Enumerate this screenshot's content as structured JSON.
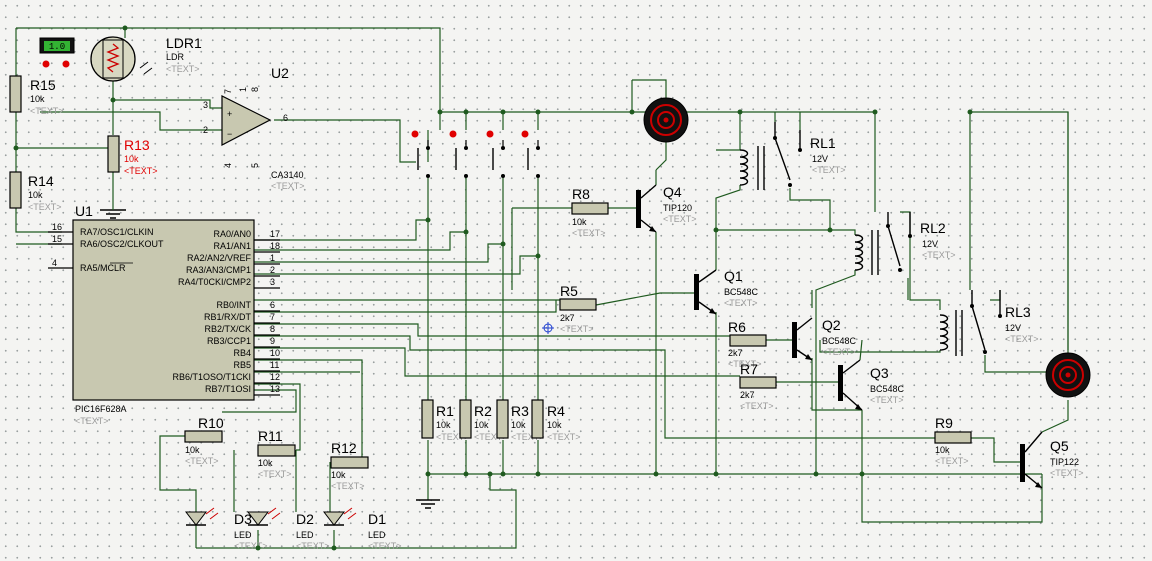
{
  "probe": {
    "value": "1.0"
  },
  "ldr": {
    "ref": "LDR1",
    "value": "LDR",
    "text": "<TEXT>"
  },
  "u2": {
    "ref": "U2",
    "part": "CA3140",
    "text": "<TEXT>",
    "pins": [
      "3",
      "2",
      "6",
      "7",
      "4",
      "8",
      "1",
      "5"
    ]
  },
  "u1": {
    "ref": "U1",
    "part": "PIC16F628A",
    "text": "<TEXT>",
    "left_pins": [
      {
        "num": "16",
        "name": "RA7/OSC1/CLKIN"
      },
      {
        "num": "15",
        "name": "RA6/OSC2/CLKOUT"
      },
      {
        "num": "4",
        "name": "RA5/MCLR"
      }
    ],
    "right_pins": [
      {
        "num": "17",
        "name": "RA0/AN0"
      },
      {
        "num": "18",
        "name": "RA1/AN1"
      },
      {
        "num": "1",
        "name": "RA2/AN2/VREF"
      },
      {
        "num": "2",
        "name": "RA3/AN3/CMP1"
      },
      {
        "num": "3",
        "name": "RA4/T0CKI/CMP2"
      },
      {
        "num": "6",
        "name": "RB0/INT"
      },
      {
        "num": "7",
        "name": "RB1/RX/DT"
      },
      {
        "num": "8",
        "name": "RB2/TX/CK"
      },
      {
        "num": "9",
        "name": "RB3/CCP1"
      },
      {
        "num": "10",
        "name": "RB4"
      },
      {
        "num": "11",
        "name": "RB5"
      },
      {
        "num": "12",
        "name": "RB6/T1OSO/T1CKI"
      },
      {
        "num": "13",
        "name": "RB7/T1OSI"
      }
    ]
  },
  "resistors": {
    "R15": {
      "ref": "R15",
      "value": "10k",
      "text": "<TEXT>"
    },
    "R14": {
      "ref": "R14",
      "value": "10k",
      "text": "<TEXT>"
    },
    "R13": {
      "ref": "R13",
      "value": "10k",
      "text": "<TEXT>"
    },
    "R1": {
      "ref": "R1",
      "value": "10k",
      "text": "<TEXT>"
    },
    "R2": {
      "ref": "R2",
      "value": "10k",
      "text": "<TEXT>"
    },
    "R3": {
      "ref": "R3",
      "value": "10k",
      "text": "<TEXT>"
    },
    "R4": {
      "ref": "R4",
      "value": "10k",
      "text": "<TEXT>"
    },
    "R5": {
      "ref": "R5",
      "value": "2k7",
      "text": "<TEXT>"
    },
    "R6": {
      "ref": "R6",
      "value": "2k7",
      "text": "<TEXT>"
    },
    "R7": {
      "ref": "R7",
      "value": "2k7",
      "text": "<TEXT>"
    },
    "R8": {
      "ref": "R8",
      "value": "10k",
      "text": "<TEXT>"
    },
    "R9": {
      "ref": "R9",
      "value": "10k",
      "text": "<TEXT>"
    },
    "R10": {
      "ref": "R10",
      "value": "10k",
      "text": "<TEXT>"
    },
    "R11": {
      "ref": "R11",
      "value": "10k",
      "text": "<TEXT>"
    },
    "R12": {
      "ref": "R12",
      "value": "10k",
      "text": "<TEXT>"
    }
  },
  "transistors": {
    "Q1": {
      "ref": "Q1",
      "part": "BC548C",
      "text": "<TEXT>"
    },
    "Q2": {
      "ref": "Q2",
      "part": "BC548C",
      "text": "<TEXT>"
    },
    "Q3": {
      "ref": "Q3",
      "part": "BC548C",
      "text": "<TEXT>"
    },
    "Q4": {
      "ref": "Q4",
      "part": "TIP120",
      "text": "<TEXT>"
    },
    "Q5": {
      "ref": "Q5",
      "part": "TIP122",
      "text": "<TEXT>"
    }
  },
  "relays": {
    "RL1": {
      "ref": "RL1",
      "value": "12V",
      "text": "<TEXT>"
    },
    "RL2": {
      "ref": "RL2",
      "value": "12V",
      "text": "<TEXT>"
    },
    "RL3": {
      "ref": "RL3",
      "value": "12V",
      "text": "<TEXT>"
    }
  },
  "leds": {
    "D1": {
      "ref": "D1",
      "value": "LED",
      "text": "<TEXT>"
    },
    "D2": {
      "ref": "D2",
      "value": "LED",
      "text": "<TEXT>"
    },
    "D3": {
      "ref": "D3",
      "value": "LED",
      "text": "<TEXT>"
    }
  },
  "colors": {
    "wire": "#1f5a1f",
    "body": "#c8c8b0",
    "highlight": "#e00000",
    "text_placeholder": "#9a9a9a"
  }
}
